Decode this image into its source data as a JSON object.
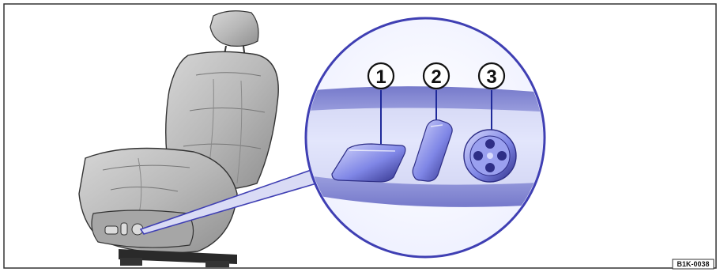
{
  "figure": {
    "callouts": [
      {
        "number": "1",
        "target": "seat-position-switch"
      },
      {
        "number": "2",
        "target": "backrest-switch"
      },
      {
        "number": "3",
        "target": "lumbar-support-switch"
      }
    ],
    "reference_code": "B1K-0038",
    "colors": {
      "background": "#ffffff",
      "frame": "#333333",
      "seat_fill": "#b8b8b8",
      "seat_shadow": "#8f8f8f",
      "zoom_ring": "#3f3fb3",
      "button_fill": "#7f86e6",
      "button_dark": "#2e2e86",
      "button_light": "#d8dafc"
    },
    "icons": [
      "seat-illustration",
      "zoom-magnifier",
      "switch-cluster"
    ]
  }
}
